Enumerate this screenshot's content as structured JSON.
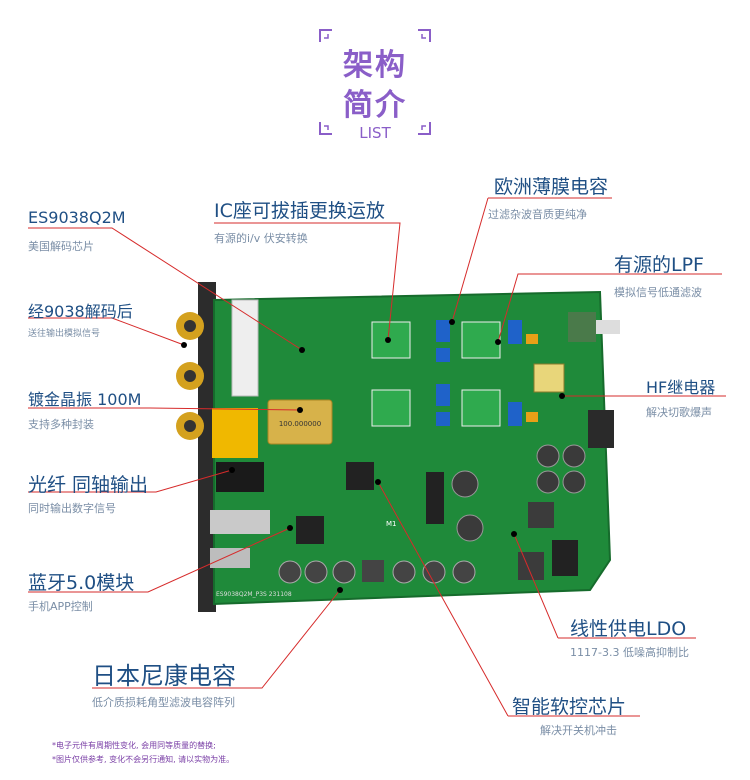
{
  "header": {
    "title_line1": "架构",
    "title_line2": "简介",
    "subtitle": "LIST"
  },
  "labels": [
    {
      "key": "es9038",
      "title": "ES9038Q2M",
      "subtitle": "美国解码芯片"
    },
    {
      "key": "after_decode",
      "title": "经9038解码后",
      "subtitle": "送往输出模拟信号"
    },
    {
      "key": "crystal",
      "title": "镀金晶振 100M",
      "subtitle": "支持多种封装"
    },
    {
      "key": "optical",
      "title": "光纤 同轴输出",
      "subtitle": "同时输出数字信号"
    },
    {
      "key": "bluetooth",
      "title": "蓝牙5.0模块",
      "subtitle": "手机APP控制"
    },
    {
      "key": "nichicon",
      "title": "日本尼康电容",
      "subtitle": "低介质损耗角型滤波电容阵列"
    },
    {
      "key": "ic_socket",
      "title": "IC座可拔插更换运放",
      "subtitle": "有源的i/v 伏安转换"
    },
    {
      "key": "film_cap",
      "title": "欧洲薄膜电容",
      "subtitle": "过滤杂波音质更纯净"
    },
    {
      "key": "lpf",
      "title": "有源的LPF",
      "subtitle": "模拟信号低通滤波"
    },
    {
      "key": "relay",
      "title": "HF继电器",
      "subtitle": "解决切歌爆声"
    },
    {
      "key": "ldo",
      "title": "线性供电LDO",
      "subtitle": "1117-3.3 低噪高抑制比"
    },
    {
      "key": "smart_chip",
      "title": "智能软控芯片",
      "subtitle": "解决开关机冲击"
    }
  ],
  "board": {
    "crystal_text": "100.000000",
    "silk_text": "ES9038Q2M_P3S 231108",
    "marker": "M1"
  },
  "notes": {
    "line1": "*电子元件有周期性变化, 会用同等质量的替换;",
    "line2": "*图片仅供参考, 变化不会另行通知, 请以实物为准。"
  },
  "colors": {
    "accent": "#8a5ec8",
    "label": "#1f4f84",
    "line": "#d62b2b",
    "pcb": "#1f8a3a"
  }
}
